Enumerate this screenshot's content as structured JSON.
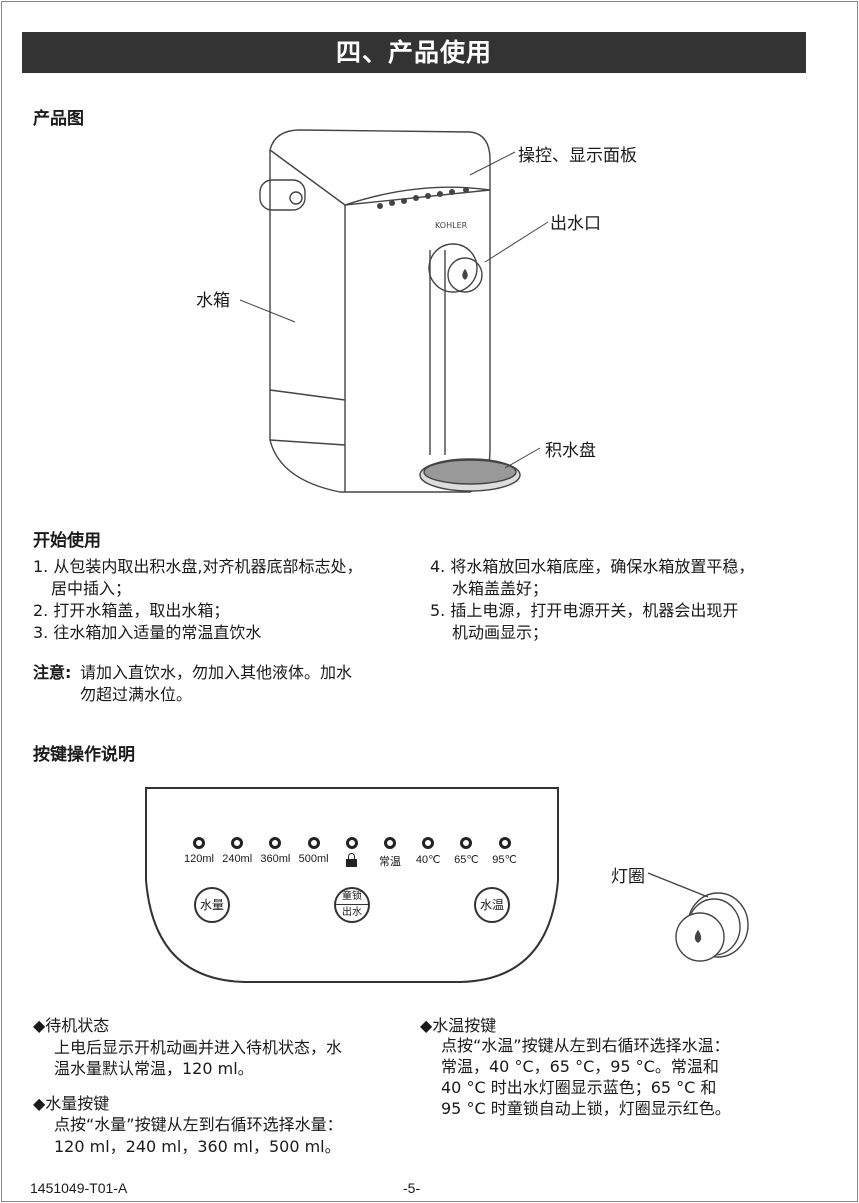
{
  "title": "四、产品使用",
  "product": {
    "heading": "产品图",
    "labels": {
      "panel": "操控、显示面板",
      "outlet": "出水口",
      "tank": "水箱",
      "tray": "积水盘"
    },
    "brand": "KOHLER"
  },
  "start": {
    "heading": "开始使用",
    "left": [
      "1. 从包装内取出积水盘,对齐机器底部标志处，",
      "居中插入；",
      "2. 打开水箱盖，取出水箱；",
      "3. 往水箱加入适量的常温直饮水"
    ],
    "right": [
      "4. 将水箱放回水箱底座，确保水箱放置平稳，",
      "水箱盖盖好；",
      "5. 插上电源，打开电源开关，机器会出现开",
      "机动画显示；"
    ],
    "note_label": "注意:",
    "note": [
      "请加入直饮水，勿加入其他液体。加水",
      "勿超过满水位。"
    ]
  },
  "keys": {
    "heading": "按键操作说明",
    "indicators": [
      "120ml",
      "240ml",
      "360ml",
      "500ml",
      "lock",
      "常温",
      "40℃",
      "65℃",
      "95℃"
    ],
    "buttons": {
      "volume": "水量",
      "lock_top": "童锁",
      "lock_bottom": "出水",
      "temp": "水温"
    },
    "ring_label": "灯圈"
  },
  "sections": {
    "standby": {
      "title": "◆待机状态",
      "lines": [
        "上电后显示开机动画并进入待机状态，水",
        "温水量默认常温，120 ml。"
      ]
    },
    "volume": {
      "title": "◆水量按键",
      "lines": [
        "点按“水量”按键从左到右循环选择水量：",
        "120 ml，240 ml，360 ml，500 ml。"
      ]
    },
    "temp": {
      "title": "◆水温按键",
      "lines": [
        "点按“水温”按键从左到右循环选择水温：",
        "常温，40 °C，65 °C，95 °C。常温和",
        "40 °C 时出水灯圈显示蓝色；65 °C 和",
        "95 °C 时童锁自动上锁，灯圈显示红色。"
      ]
    }
  },
  "footer": {
    "code": "1451049-T01-A",
    "page": "-5-"
  }
}
